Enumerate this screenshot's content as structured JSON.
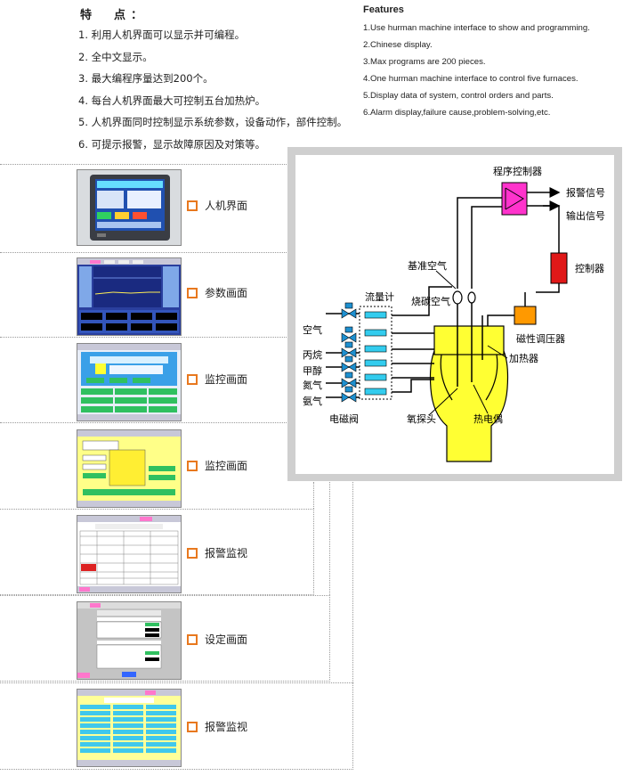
{
  "features_zh": {
    "title": "特　点：",
    "items": [
      "1. 利用人机界面可以显示并可编程。",
      "2. 全中文显示。",
      "3. 最大编程序量达到200个。",
      "4. 每台人机界面最大可控制五台加热炉。",
      "5. 人机界面同时控制显示系统参数，设备动作，部件控制。",
      "6. 可提示报警，显示故障原因及对策等。"
    ]
  },
  "features_en": {
    "title": "Features",
    "items": [
      "1.Use hurman machine interface  to show and programming.",
      "2.Chinese display.",
      "3.Max programs are 200 pieces.",
      "4.One hurman machine interface to control five furnaces.",
      "5.Display data of system, control orders and parts.",
      "6.Alarm display,failure cause,problem-solving,etc."
    ]
  },
  "screens": [
    {
      "label": "人机界面"
    },
    {
      "label": "参数画面"
    },
    {
      "label": "监控画面"
    },
    {
      "label": "监控画面"
    },
    {
      "label": "报警监视"
    },
    {
      "label": "设定画面"
    },
    {
      "label": "报警监视"
    }
  ],
  "diagram": {
    "program_controller": "程序控制器",
    "alarm_signal": "报警信号",
    "output_signal": "输出信号",
    "controller": "控制器",
    "reference_air": "基准空气",
    "burn_carbon_air": "烧碳空气",
    "flowmeter": "流量计",
    "air": "空气",
    "propane": "丙烷",
    "methanol": "甲醇",
    "nitrogen": "氮气",
    "ammonia": "氨气",
    "solenoid_valve": "电磁阀",
    "magnetic_regulator": "磁性调压器",
    "heater": "加热器",
    "oxygen_probe": "氧探头",
    "thermocouple": "热电偶"
  },
  "colors": {
    "accent_orange": "#e8781e",
    "controller_magenta": "#ff33cc",
    "controller_red": "#e01818",
    "regulator_orange": "#ff9900",
    "furnace_yellow": "#ffff33",
    "valve_blue": "#1e90d0",
    "flowmeter_cyan": "#33ccee"
  }
}
